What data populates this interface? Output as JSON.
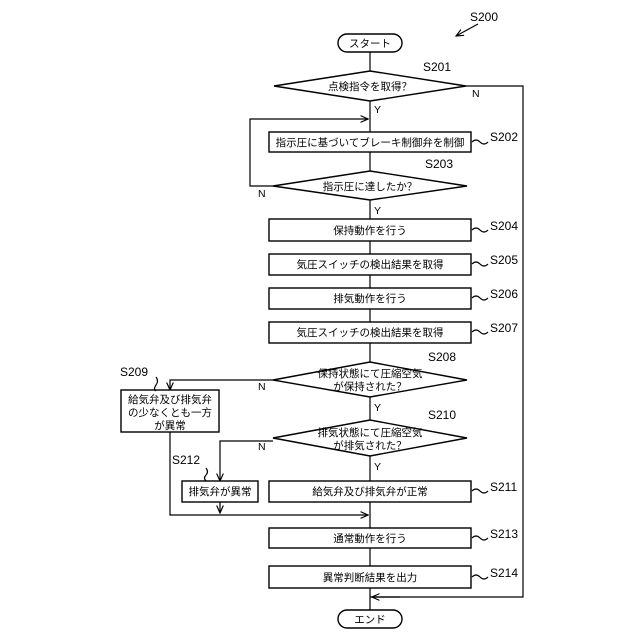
{
  "figure_label": "S200",
  "start": "スタート",
  "end": "エンド",
  "steps": {
    "s201": {
      "id": "S201",
      "text": "点検指令を取得？"
    },
    "s202": {
      "id": "S202",
      "text": "指示圧に基づいてブレーキ制御弁を制御"
    },
    "s203": {
      "id": "S203",
      "text": "指示圧に達したか？"
    },
    "s204": {
      "id": "S204",
      "text": "保持動作を行う"
    },
    "s205": {
      "id": "S205",
      "text": "気圧スイッチの検出結果を取得"
    },
    "s206": {
      "id": "S206",
      "text": "排気動作を行う"
    },
    "s207": {
      "id": "S207",
      "text": "気圧スイッチの検出結果を取得"
    },
    "s208": {
      "id": "S208",
      "line1": "保持状態にて圧縮空気",
      "line2": "が保持された？"
    },
    "s209": {
      "id": "S209",
      "line1": "給気弁及び排気弁",
      "line2": "の少なくとも一方",
      "line3": "が異常"
    },
    "s210": {
      "id": "S210",
      "line1": "排気状態にて圧縮空気",
      "line2": "が排気された？"
    },
    "s211": {
      "id": "S211",
      "text": "給気弁及び排気弁が正常"
    },
    "s212": {
      "id": "S212",
      "text": "排気弁が異常"
    },
    "s213": {
      "id": "S213",
      "text": "通常動作を行う"
    },
    "s214": {
      "id": "S214",
      "text": "異常判断結果を出力"
    }
  },
  "branch": {
    "yes": "Y",
    "no": "N"
  }
}
